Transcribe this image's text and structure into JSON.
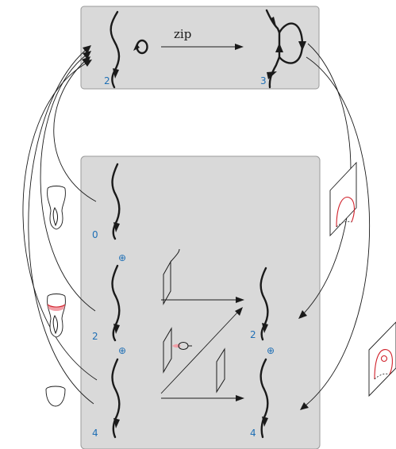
{
  "top_panel": {
    "zip_label": "zip",
    "left_index": "2",
    "right_index": "3"
  },
  "bottom_panel": {
    "left_indices": [
      "0",
      "2",
      "4"
    ],
    "right_indices": [
      "2",
      "4"
    ],
    "direct_sum_symbol": "⊕"
  }
}
